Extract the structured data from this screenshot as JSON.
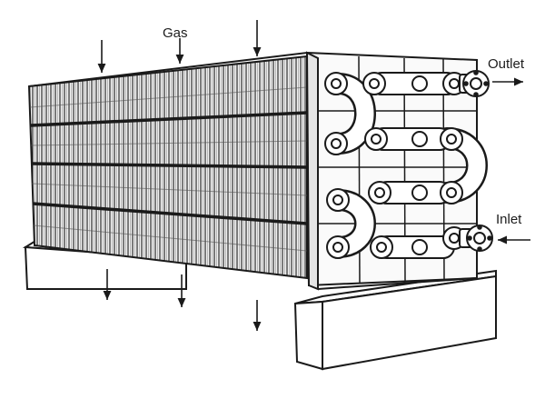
{
  "labels": {
    "gas": "Gas",
    "outlet": "Outlet",
    "inlet": "Inlet"
  },
  "icons": {
    "flow_arrow": "arrow-icon",
    "flange": "flange-icon"
  },
  "colors": {
    "line": "#1a1a1a",
    "background": "#ffffff",
    "face_fill": "#fafafa",
    "fin_fill": "#e6e6e6"
  }
}
